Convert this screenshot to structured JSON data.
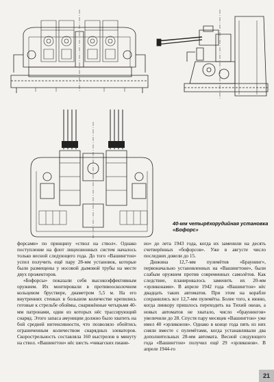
{
  "caption": {
    "line1": "40-мм четырёхорудийная установка",
    "line2": "«Бофорс»"
  },
  "columns": {
    "left": [
      {
        "text": "форсами» по принципу «ствол на ствол». Однако поступление на флот лицензионных систем началось только весной следующего года. До того «Вашингтон» успел получить ещё пару 28-мм установок, которые были размещены у носовой дымовой трубы на месте двух прожекторов.",
        "cont": true
      },
      {
        "text": "«Бофорсы» показали себя высокоэффективным оружием. Их монтировали в противоосколочном кольцевом бруствере, диаметром 5,5 м. На его внутренних стенках в большом количестве крепились готовые к стрельбе обоймы, снаряжённые четырьмя 40-мм патронами, один из которых нёс трассирующий снаряд. Этого запаса амуниции должно было хватить на бой средней интенсивности, что позволяло обойтись ограниченным количеством снарядных элеваторов. Скорострельность составляла 160 выстрелов в минуту на ствол. «Вашингтон» нёс шесть «чикагских пиани-",
        "cont": false
      }
    ],
    "right": [
      {
        "text": "но» до лета 1943 года, когда их заменили на десять счетверённых «бофорсов». Уже в августе число последних довели до 15.",
        "cont": true
      },
      {
        "text": "Дюжина 12,7-мм пулемётов «Браунинг», первоначально установленных на «Вашингтоне», были слабым оружием против современных самолётов. Как следствие, планировалось заменить их 20-мм «эрликонами». В апреле 1942 года «Вашингтон» нёс двадцать таких автоматов. При этом на корабле сохранились все 12,7-мм пулемёты. Более того, к июню, когда линкору пришлось переходить на Тихий океан, а новых автоматов не хватало, число «браунингов» увеличили до 28. Спустя пару месяцев «Вашингтон» уже имел 40 «эрликонов». Однако в конце года пять из них сняли вместе с пулемётами, когда устанавливали два дополнительных 28-мм автомата. Весной следующего года «Вашингтон» получил ещё 29 «эрликонов». В апреле 1944-го",
        "cont": false
      }
    ]
  },
  "page_number": "21",
  "colors": {
    "paper": "#f3f2ee",
    "ink": "#1a1a1a",
    "page_tab": "#bdbdbd"
  }
}
